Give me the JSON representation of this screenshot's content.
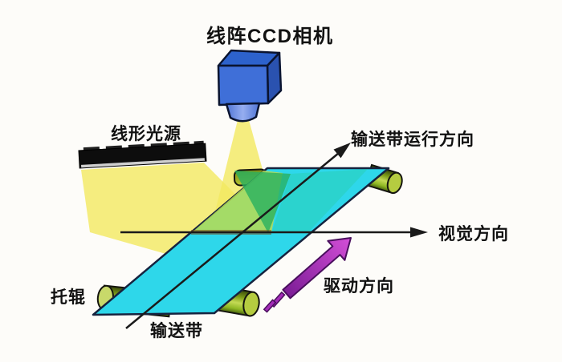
{
  "diagram": {
    "type": "line-scan-ccd-conveyor-inspection-schematic",
    "labels": {
      "camera_title": "线阵CCD相机",
      "light_source": "线形光源",
      "belt_run_direction": "输送带运行方向",
      "vision_direction": "视觉方向",
      "drive_direction": "驱动方向",
      "idler_roller": "托辊",
      "conveyor_belt": "输送带"
    },
    "colors": {
      "background": "#fdfcf9",
      "belt_cyan": "#2ed7ea",
      "belt_outline": "#16233f",
      "camera_front_blue": "#3f6fd8",
      "camera_top_blue": "#2d62cc",
      "camera_side_blue": "#2a52b0",
      "lens_blue": "#7d97e8",
      "beam_yellow": "#f5ec6e",
      "lit_light_green": "#b8dc50",
      "lit_dark_green": "#28b060",
      "roller_green": "#a8c828",
      "light_bar_black": "#0d0d0d",
      "light_bar_strip": "#cfcfcf",
      "drive_arrow_magenta": "#c444d2",
      "line_black": "#1a1a1a"
    }
  }
}
